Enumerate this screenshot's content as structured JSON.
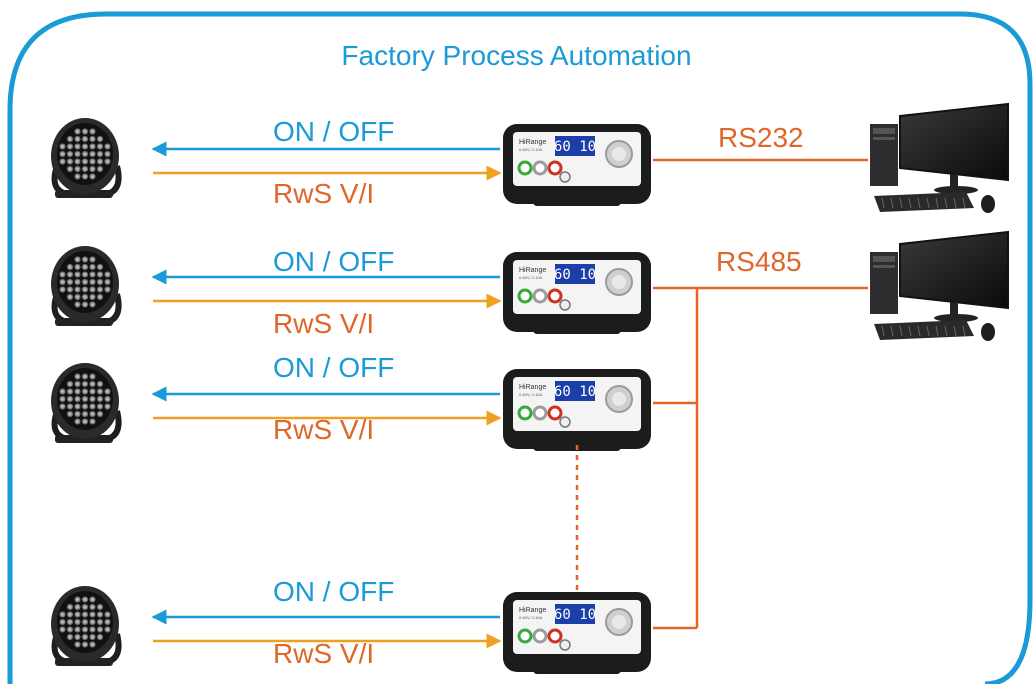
{
  "title": "Factory Process Automation",
  "rows": [
    {
      "cmd_label": "ON / OFF",
      "feedback_label": "RwS V/I"
    },
    {
      "cmd_label": "ON / OFF",
      "feedback_label": "RwS V/I"
    },
    {
      "cmd_label": "ON / OFF",
      "feedback_label": "RwS V/I"
    },
    {
      "cmd_label": "ON / OFF",
      "feedback_label": "RwS V/I"
    }
  ],
  "links": {
    "rs232": "RS232",
    "rs485": "RS485"
  },
  "device": {
    "brand": "HiRange",
    "spec": "0-60V, 0-10A",
    "display": "60 10"
  },
  "colors": {
    "frame": "#1a9ad6",
    "command": "#1a9ad6",
    "feedback": "#f0a020",
    "bus": "#e0662a"
  }
}
